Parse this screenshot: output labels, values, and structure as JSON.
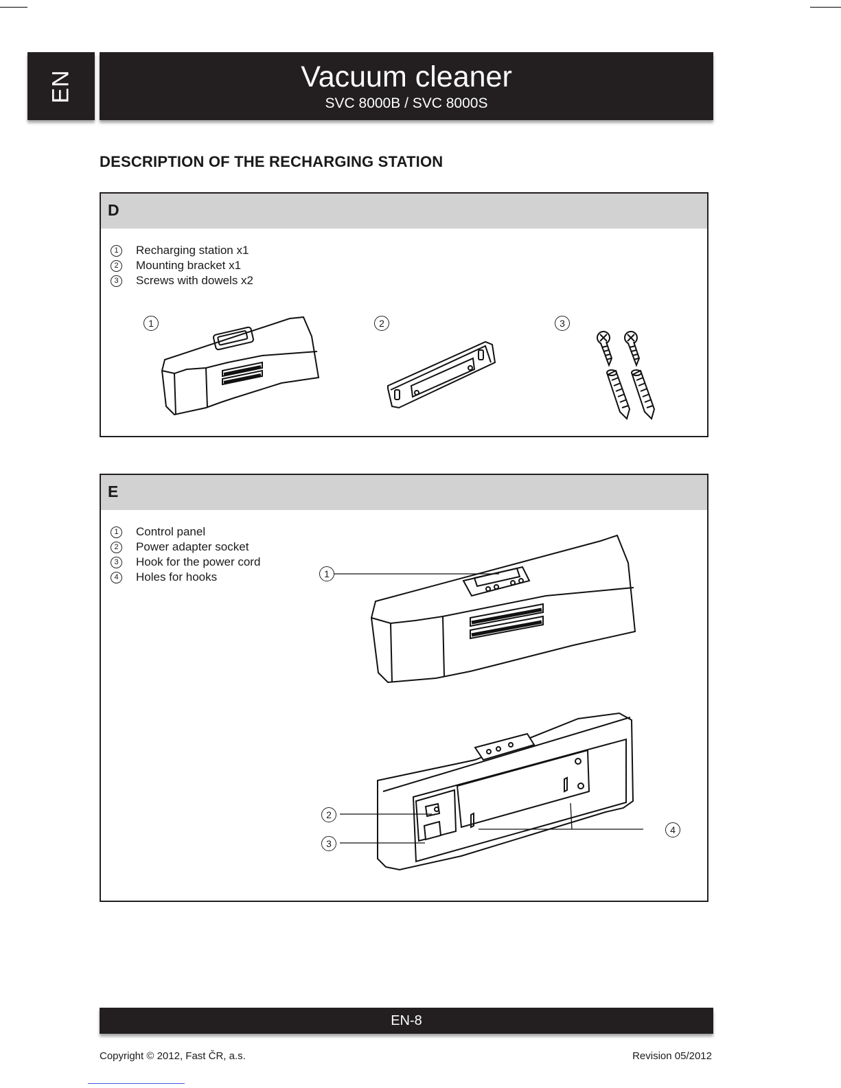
{
  "header": {
    "language": "EN",
    "title": "Vacuum cleaner",
    "subtitle": "SVC 8000B / SVC 8000S"
  },
  "section_heading": "DESCRIPTION OF THE RECHARGING STATION",
  "panel_d": {
    "label": "D",
    "items": [
      {
        "num": "1",
        "text": "Recharging station x1"
      },
      {
        "num": "2",
        "text": "Mounting bracket x1"
      },
      {
        "num": "3",
        "text": "Screws with dowels x2"
      }
    ],
    "figure_numbers": [
      "1",
      "2",
      "3"
    ]
  },
  "panel_e": {
    "label": "E",
    "items": [
      {
        "num": "1",
        "text": "Control panel"
      },
      {
        "num": "2",
        "text": "Power adapter socket"
      },
      {
        "num": "3",
        "text": "Hook for the power cord"
      },
      {
        "num": "4",
        "text": "Holes for hooks"
      }
    ],
    "callouts": [
      "1",
      "2",
      "3",
      "4"
    ]
  },
  "footer": {
    "page": "EN-8",
    "copyright": "Copyright © 2012, Fast ČR, a.s.",
    "revision": "Revision 05/2012"
  }
}
